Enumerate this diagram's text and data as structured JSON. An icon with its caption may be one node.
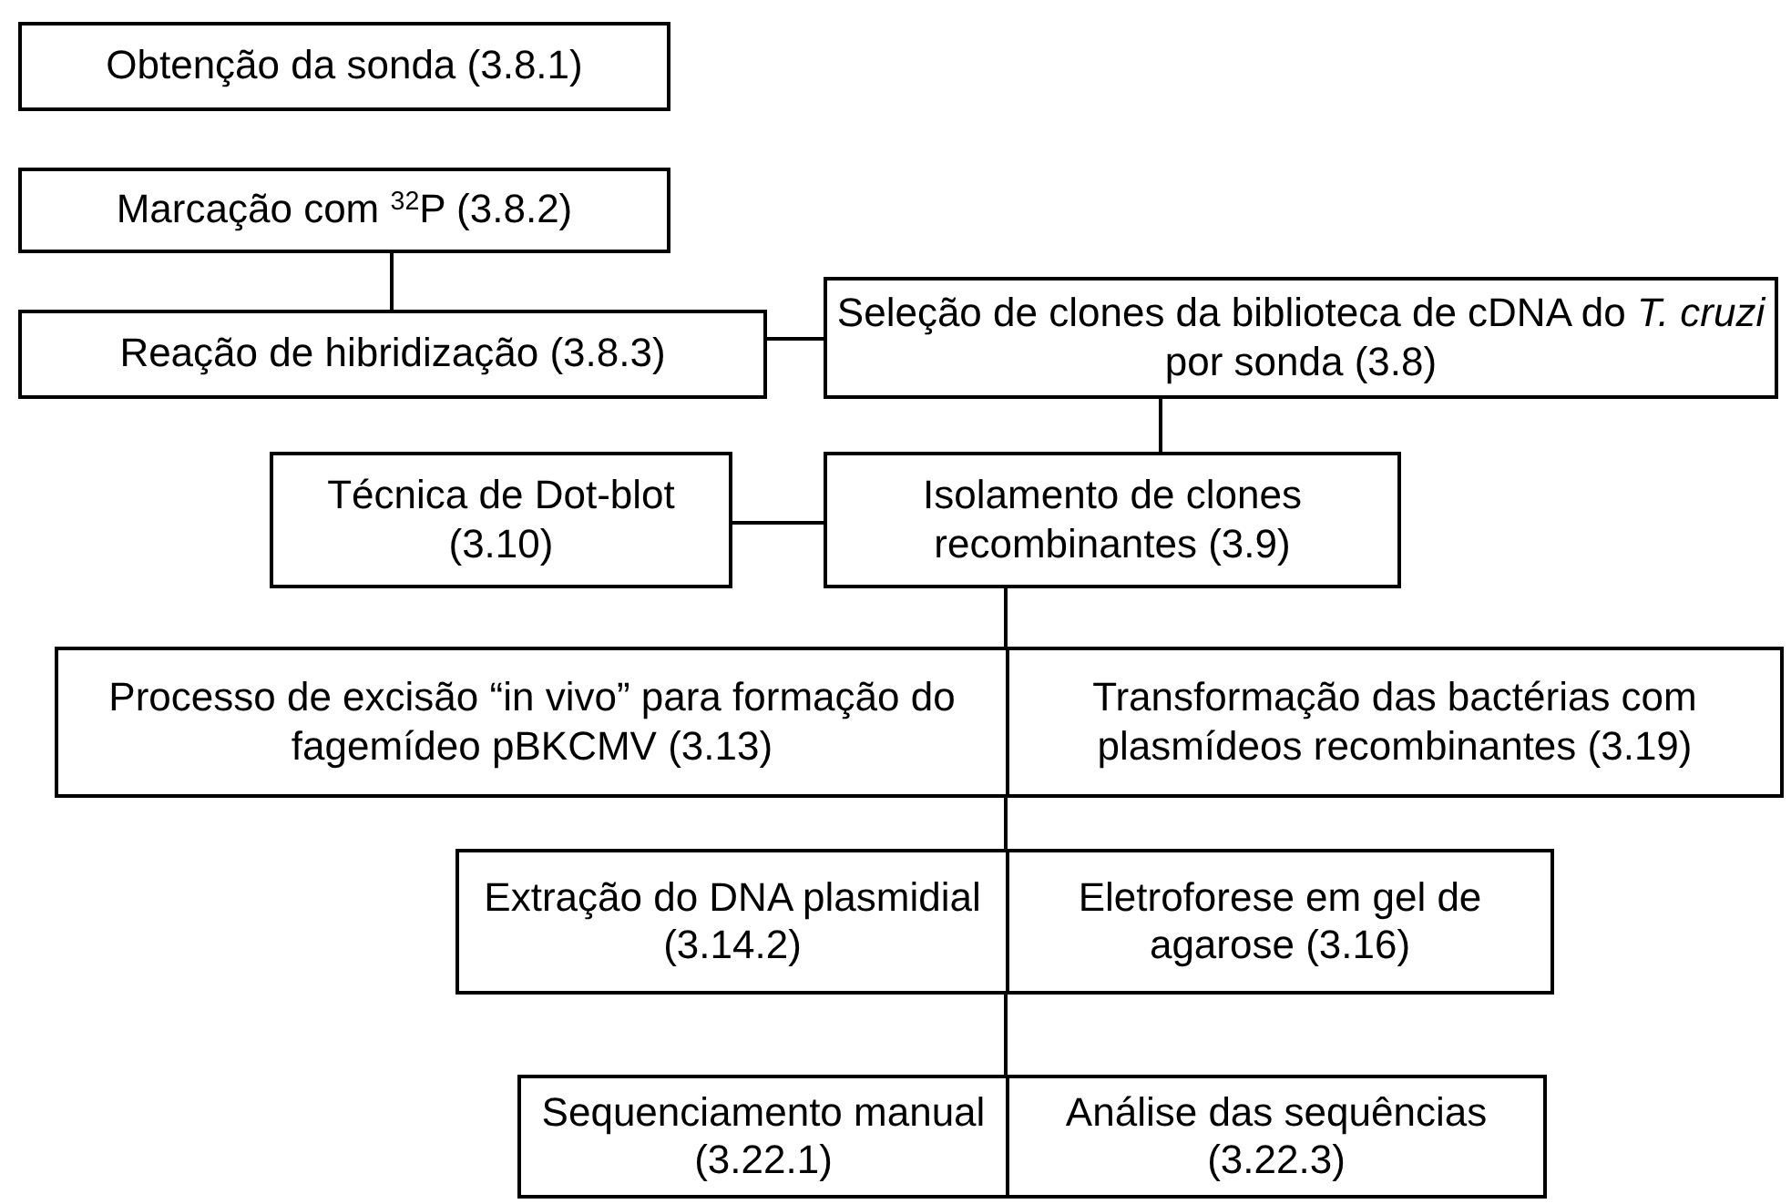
{
  "diagram": {
    "nodes": [
      {
        "text": [
          "Obtenção da sonda (3.8.1)"
        ]
      },
      {
        "text": [
          "Marcação com $^{32}$P (3.8.2)"
        ]
      },
      {
        "text": [
          "Reação de hibridização (3.8.3)"
        ]
      },
      {
        "text": [
          "Seleção de clones da biblioteca de cDNA do *T. cruzi* por sonda (3.8)"
        ]
      },
      {
        "text": [
          "Técnica de Dot-blot (3.10)"
        ]
      },
      {
        "text": [
          "Isolamento de clones recombinantes (3.9)"
        ]
      },
      {
        "text": [
          "Processo de excisão “in vivo” para formação do fagemídeo pBKCMV (3.13)"
        ]
      },
      {
        "text": [
          "Transformação das bactérias com plasmídeos recombinantes (3.19)"
        ]
      },
      {
        "text": [
          "Extração do DNA plasmidial (3.14.2)"
        ]
      },
      {
        "text": [
          "Eletroforese em gel de agarose (3.16)"
        ]
      },
      {
        "text": [
          "Sequenciamento manual (3.22.1)"
        ]
      },
      {
        "text": [
          "Análise das sequências (3.22.3)"
        ]
      }
    ],
    "edges": [
      {
        "from": 1,
        "to": 2,
        "arrow": "none"
      },
      {
        "from": 2,
        "to": 3,
        "arrow": "none"
      },
      {
        "from": 3,
        "to": 5,
        "arrow": "none"
      },
      {
        "from": 4,
        "to": 5,
        "arrow": "none"
      },
      {
        "from": 5,
        "to": 6,
        "arrow": "none"
      },
      {
        "from": 5,
        "to": 7,
        "arrow": "none"
      },
      {
        "from": 6,
        "to": 8,
        "arrow": "none"
      },
      {
        "from": 7,
        "to": 9,
        "arrow": "none"
      },
      {
        "from": 8,
        "to": 10,
        "arrow": "none"
      },
      {
        "from": 9,
        "to": 11,
        "arrow": "none"
      }
    ]
  }
}
